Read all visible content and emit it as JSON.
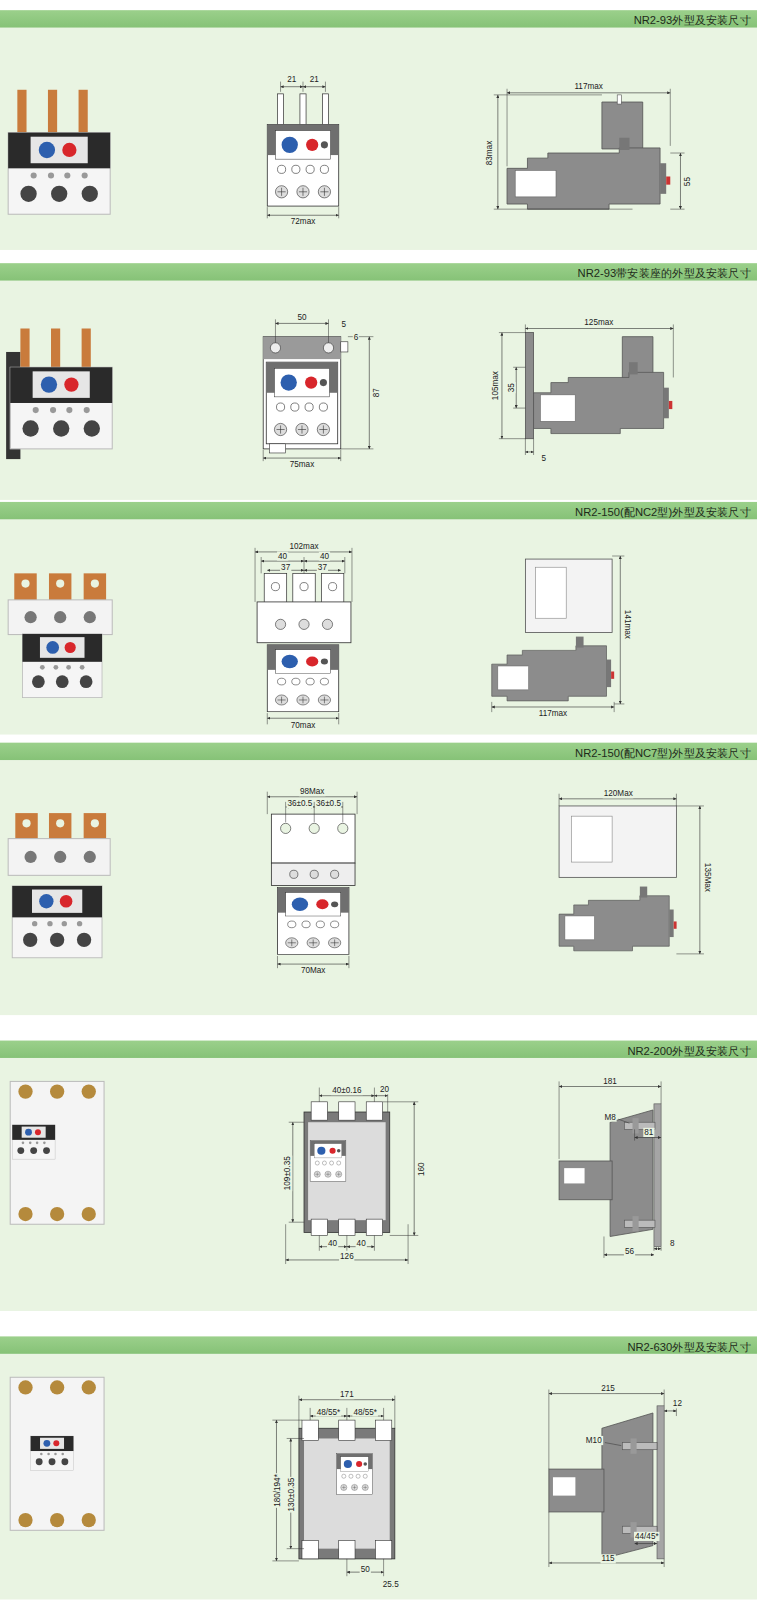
{
  "diagram": {
    "nodes": [
      {
        "text": [
          "NR2-93外型及安装尺寸"
        ]
      },
      {
        "text": [
          "NR2-93带安装座的外型及安装尺寸"
        ]
      },
      {
        "text": [
          "NR2-150(配NC2型)外型及安装尺寸"
        ]
      },
      {
        "text": [
          "NR2-150(配NC7型)外型及安装尺寸"
        ]
      },
      {
        "text": [
          "NR2-200外型及安装尺寸"
        ]
      },
      {
        "text": [
          "NR2-630外型及安装尺寸"
        ]
      }
    ],
    "labels": [
      "21",
      "21",
      "72max",
      "117max",
      "83max",
      "55",
      "50",
      "5",
      "6",
      "87",
      "75max",
      "125max",
      "105max",
      "35",
      "5",
      "102max",
      "40",
      "40",
      "37",
      "37",
      "70max",
      "141max",
      "117max",
      "98Max",
      "36±0.5",
      "36±0.5",
      "70Max",
      "120Max",
      "135Max",
      "40±0.16",
      "20",
      "109±0.35",
      "160",
      "40",
      "40",
      "126",
      "181",
      "M8",
      "81",
      "8",
      "56",
      "171",
      "48/55*",
      "48/55*",
      "180/194*",
      "130±0.35",
      "50",
      "25.5",
      "215",
      "M10",
      "12",
      "44/45*",
      "115"
    ]
  }
}
